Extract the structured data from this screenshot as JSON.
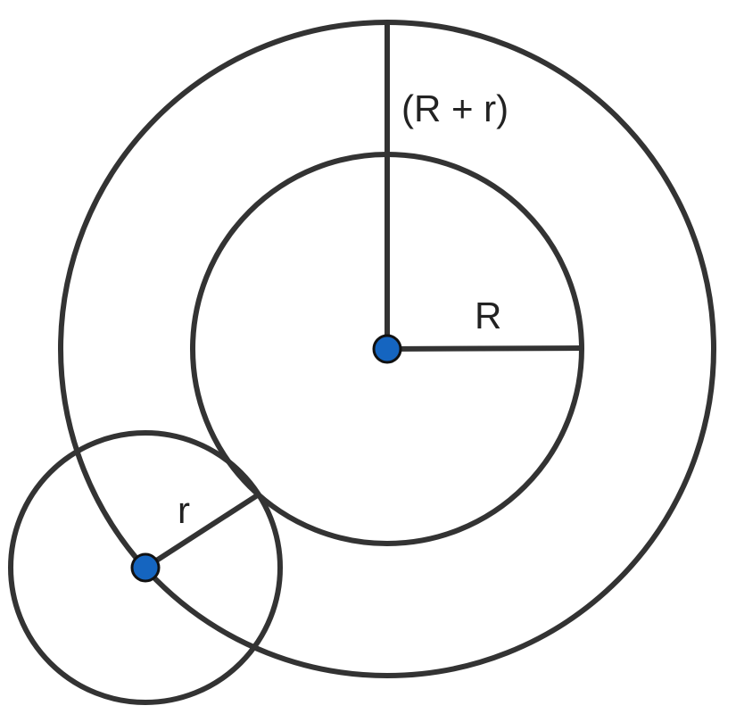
{
  "labels": {
    "outer_radius": "(R + r)",
    "inner_radius": "R",
    "small_radius": "r"
  },
  "colors": {
    "line": "#333333",
    "center_dot": "#1565C0"
  }
}
